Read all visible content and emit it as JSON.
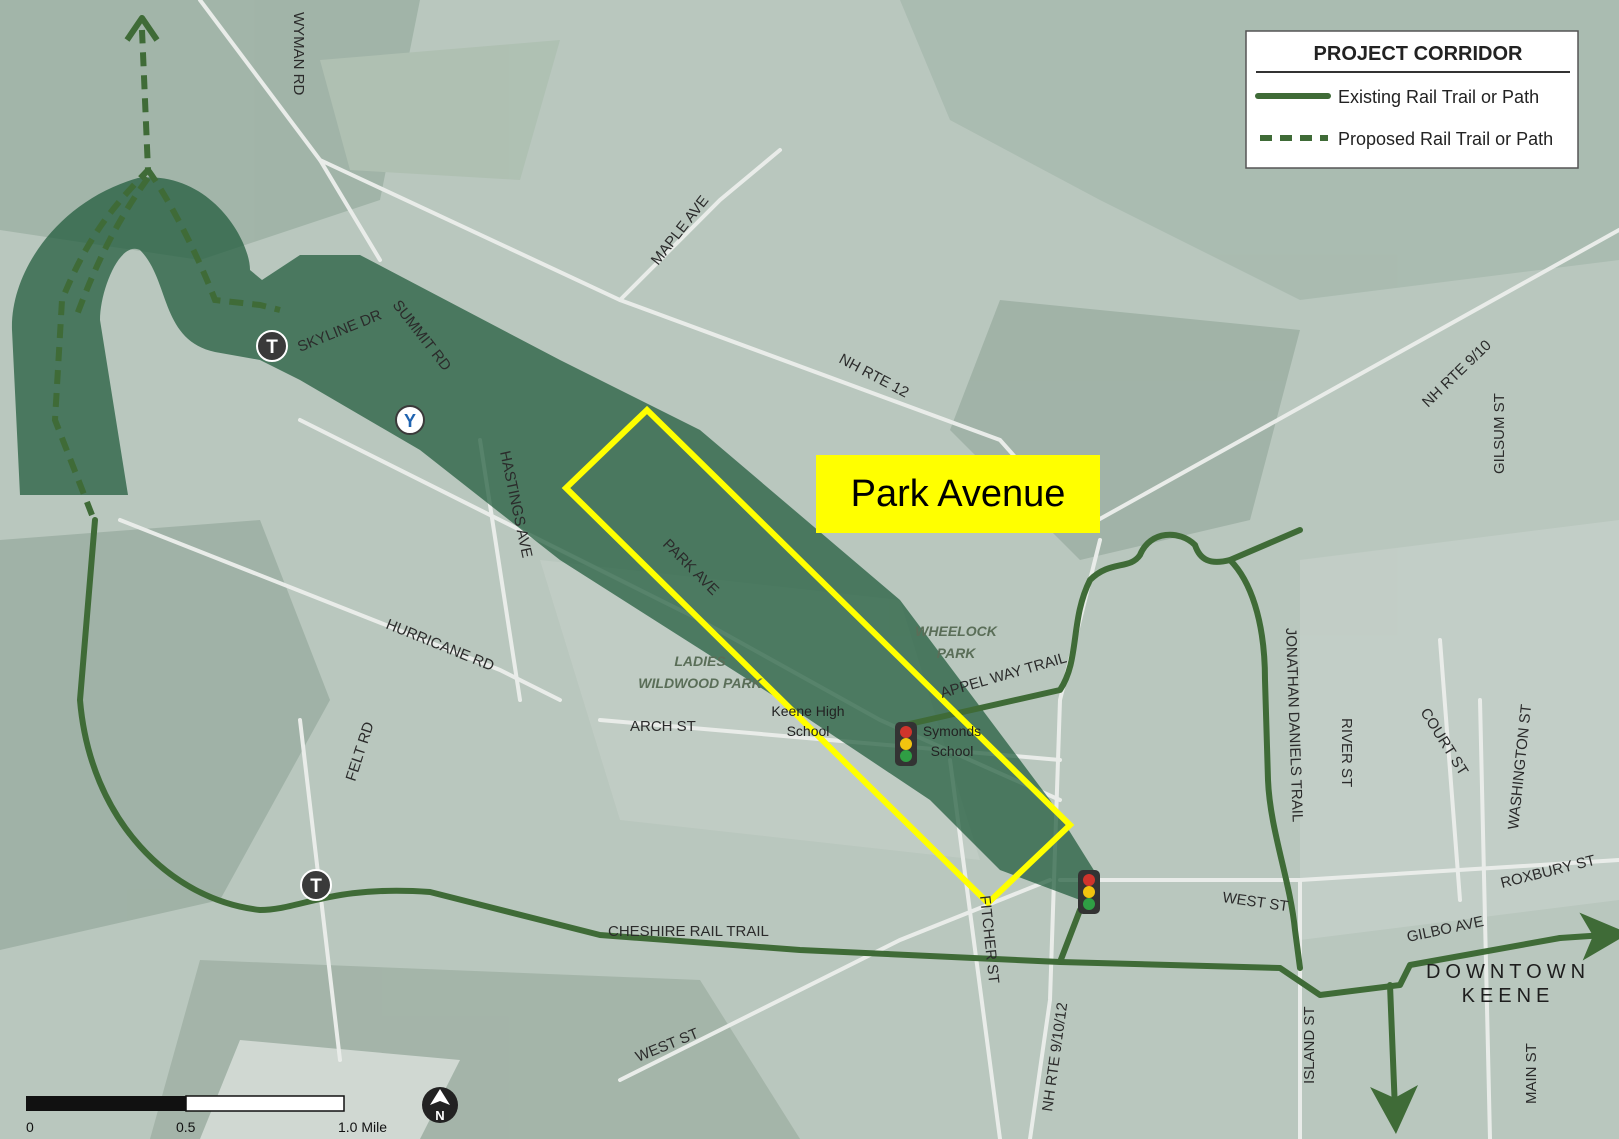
{
  "legend": {
    "title": "PROJECT CORRIDOR",
    "existing_label": "Existing Rail Trail or Path",
    "proposed_label": "Proposed Rail Trail or Path"
  },
  "callout": {
    "label": "Park Avenue"
  },
  "roads": {
    "wyman_rd": "WYMAN RD",
    "maple_ave": "MAPLE AVE",
    "skyline_dr": "SKYLINE DR",
    "summit_rd": "SUMMIT RD",
    "nh_rte_12": "NH RTE 12",
    "nh_rte_9_10": "NH RTE 9/10",
    "gilsum_st": "GILSUM ST",
    "hastings_ave": "HASTINGS AVE",
    "park_ave": "PARK AVE",
    "hurricane_rd": "HURRICANE RD",
    "appel_way_trail": "APPEL WAY TRAIL",
    "arch_st": "ARCH ST",
    "felt_rd": "FELT RD",
    "jonathan_daniels_trail": "JONATHAN DANIELS TRAIL",
    "river_st": "RIVER ST",
    "court_st": "COURT ST",
    "washington_st": "WASHINGTON ST",
    "roxbury_st": "ROXBURY ST",
    "west_st_east": "WEST ST",
    "gilbo_ave": "GILBO AVE",
    "cheshire_rail_trail": "CHESHIRE RAIL TRAIL",
    "fitcher_st": "FITCHER ST",
    "nh_rte_9_10_12": "NH RTE 9/10/12",
    "island_st": "ISLAND ST",
    "main_st": "MAIN ST",
    "west_st_south": "WEST ST"
  },
  "places": {
    "wheelock_park_1": "WHEELOCK",
    "wheelock_park_2": "PARK",
    "ladies_1": "LADIES",
    "ladies_2": "WILDWOOD PARK",
    "keene_high_1": "Keene High",
    "keene_high_2": "School",
    "symonds_1": "Symonds",
    "symonds_2": "School",
    "downtown_1": "DOWNTOWN",
    "downtown_2": "KEENE"
  },
  "markers": {
    "transit_letter": "T",
    "ymca_letter": "Y",
    "north_letter": "N"
  },
  "scale": {
    "tick_0": "0",
    "tick_half": "0.5",
    "tick_one": "1.0 Mile"
  },
  "colors": {
    "trail": "#3f6b37",
    "corridor": "#1f5a3a",
    "highlight": "#ffff00",
    "background": "#b9c7be"
  }
}
